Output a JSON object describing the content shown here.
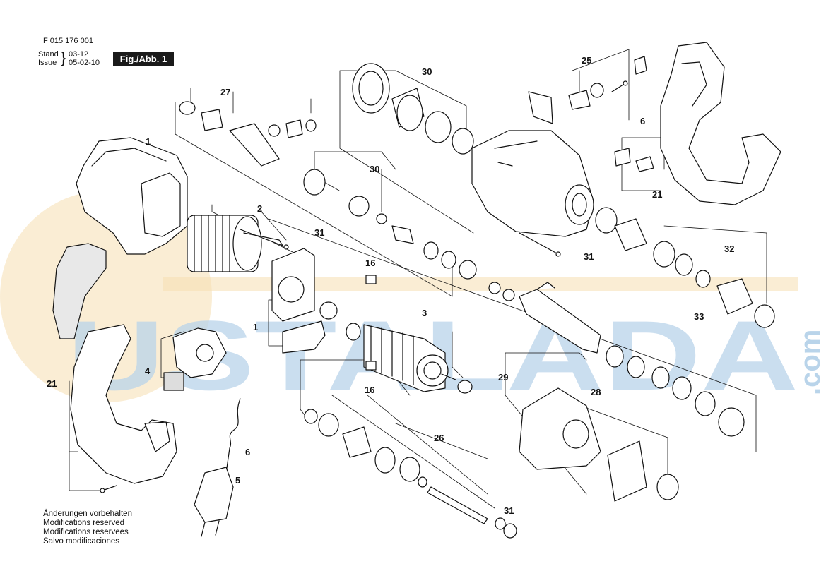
{
  "header": {
    "part_number": "F 015 176 001",
    "stand_label": "Stand",
    "issue_label": "Issue",
    "stand_value": "03-12",
    "issue_value": "05-02-10",
    "figure_label": "Fig./Abb. 1"
  },
  "watermark": {
    "text": "USTALADA",
    "suffix": ".com",
    "color_orange": "#f5dfb0",
    "color_blue": "#b9d4ea"
  },
  "notes": [
    "Änderungen vorbehalten",
    "Modifications reserved",
    "Modifications reservees",
    "Salvo modificaciones"
  ],
  "callouts": {
    "c1a": "1",
    "c1b": "1",
    "c2": "2",
    "c3": "3",
    "c4": "4",
    "c5": "5",
    "c6a": "6",
    "c6b": "6",
    "c16a": "16",
    "c16b": "16",
    "c21a": "21",
    "c21b": "21",
    "c25": "25",
    "c26": "26",
    "c27": "27",
    "c28": "28",
    "c29": "29",
    "c30a": "30",
    "c30b": "30",
    "c31a": "31",
    "c31b": "31",
    "c31c": "31",
    "c32": "32",
    "c33": "33"
  }
}
